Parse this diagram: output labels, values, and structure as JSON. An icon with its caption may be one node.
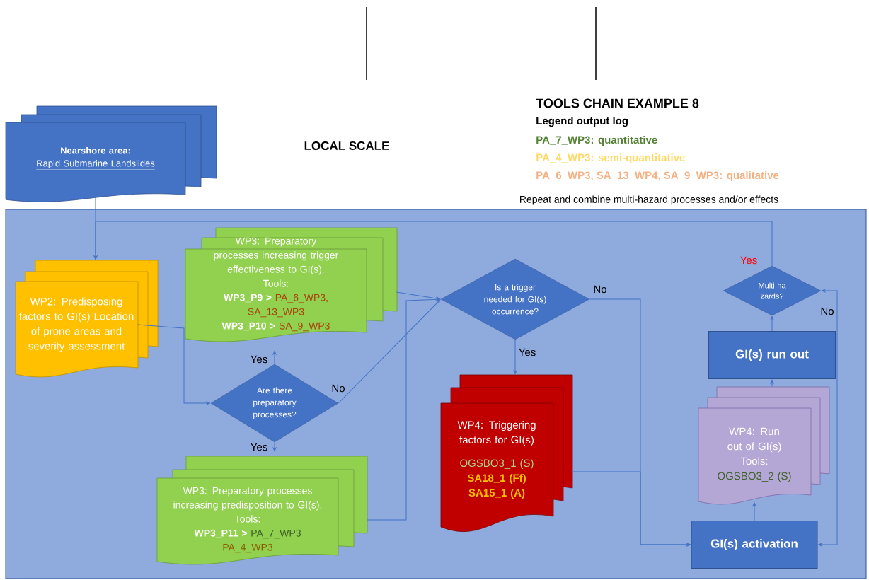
{
  "diagram": {
    "title": "TOOLS CHAIN EXAMPLE 8",
    "nodes": [
      {
        "text": [
          "Nearshore area:",
          "Rapid Submarine Landslides"
        ]
      },
      {
        "text": [
          "WP2: Predisposing factors to GI(s) Location of prone areas and severity assessment"
        ]
      },
      {
        "text": [
          "WP3: Preparatory processes increasing trigger effectiveness to GI(s).",
          "Tools:",
          "WP3_P9 >",
          "PA_6_WP3,",
          "SA_13_WP3",
          "WP3_P10 >",
          "SA_9_WP3"
        ]
      },
      {
        "text": [
          "Are there preparatory processes?"
        ]
      },
      {
        "text": [
          "WP3: Preparatory processes increasing predisposition to GI(s).",
          "Tools:",
          "WP3_P11 >",
          "PA_7_WP3",
          "PA_4_WP3"
        ]
      },
      {
        "text": [
          "Is a trigger needed for GI(s) occurrence?"
        ]
      },
      {
        "text": [
          "WP4: Triggering factors for GI(s)",
          "OGSBO3_1 (S)",
          "SA18_1 (Ff)",
          "SA15_1 (A)"
        ]
      },
      {
        "text": [
          "Multi-ha zards?"
        ]
      },
      {
        "text": [
          "GI(s) run out"
        ]
      },
      {
        "text": [
          "WP4: Run out of GI(s)",
          "Tools:",
          "OGSBO3_2 (S)"
        ]
      },
      {
        "text": [
          "GI(s) activation"
        ]
      }
    ],
    "edges": [
      {
        "from": 0,
        "to": 1,
        "arrow": "to"
      },
      {
        "from": 1,
        "to": 3,
        "arrow": "to"
      },
      {
        "from": 3,
        "to": 2,
        "arrow": "to",
        "label": "Yes"
      },
      {
        "from": 3,
        "to": 4,
        "arrow": "to",
        "label": "Yes"
      },
      {
        "from": 3,
        "to": 5,
        "arrow": "to",
        "label": "No"
      },
      {
        "from": 2,
        "to": 5,
        "arrow": "to"
      },
      {
        "from": 4,
        "to": 5,
        "arrow": "to"
      },
      {
        "from": 5,
        "to": 6,
        "arrow": "to",
        "label": "Yes"
      },
      {
        "from": 5,
        "to": 10,
        "arrow": "to",
        "label": "No"
      },
      {
        "from": 6,
        "to": 10,
        "arrow": "to"
      },
      {
        "from": 10,
        "to": 9,
        "arrow": "to"
      },
      {
        "from": 9,
        "to": 8,
        "arrow": "to"
      },
      {
        "from": 8,
        "to": 7,
        "arrow": "to"
      },
      {
        "from": 7,
        "to": 10,
        "arrow": "both",
        "label": "No"
      },
      {
        "from": 7,
        "to": 1,
        "arrow": "to",
        "label": "Yes"
      }
    ],
    "labels": [
      "Legend output log",
      "LOCAL SCALE",
      "Repeat and combine multi-hazard processes and/or effects"
    ],
    "legend": [
      {
        "text": "PA_7_WP3: quantitative",
        "color": "#548235"
      },
      {
        "text": "PA_4_WP3: semi-quantitative",
        "color": "#ffd966"
      },
      {
        "text": "PA_6_WP3, SA_13_WP4, SA_9_WP3: qualitative",
        "color": "#f4b183"
      }
    ]
  }
}
